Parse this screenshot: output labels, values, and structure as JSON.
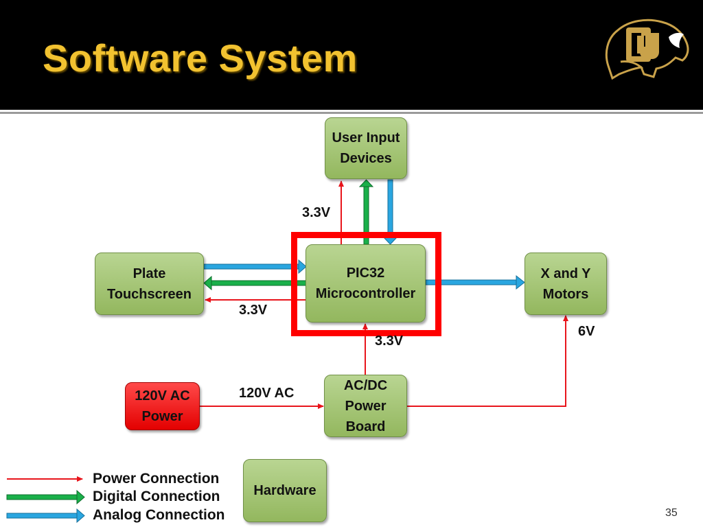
{
  "slide": {
    "title": "Software System",
    "page_number": "35"
  },
  "blocks": {
    "user_input": "User Input\nDevices",
    "pic32": "PIC32\nMicrocontroller",
    "plate_touchscreen": "Plate\nTouchscreen",
    "xy_motors": "X and Y\nMotors",
    "power_120v": "120V AC\nPower",
    "acdc_board": "AC/DC\nPower\nBoard",
    "hardware_legend": "Hardware"
  },
  "labels": {
    "v33_user": "3.3V",
    "v33_touch": "3.3V",
    "v33_board": "3.3V",
    "v6_motors": "6V",
    "ac120": "120V AC"
  },
  "legend": {
    "power": "Power Connection",
    "digital": "Digital Connection",
    "analog": "Analog Connection"
  },
  "colors": {
    "title": "#f2c230",
    "power": "#e8141b",
    "digital": "#1ab04a",
    "analog": "#2aa6e0",
    "block": "#a5c473",
    "highlight": "#ff0000"
  }
}
